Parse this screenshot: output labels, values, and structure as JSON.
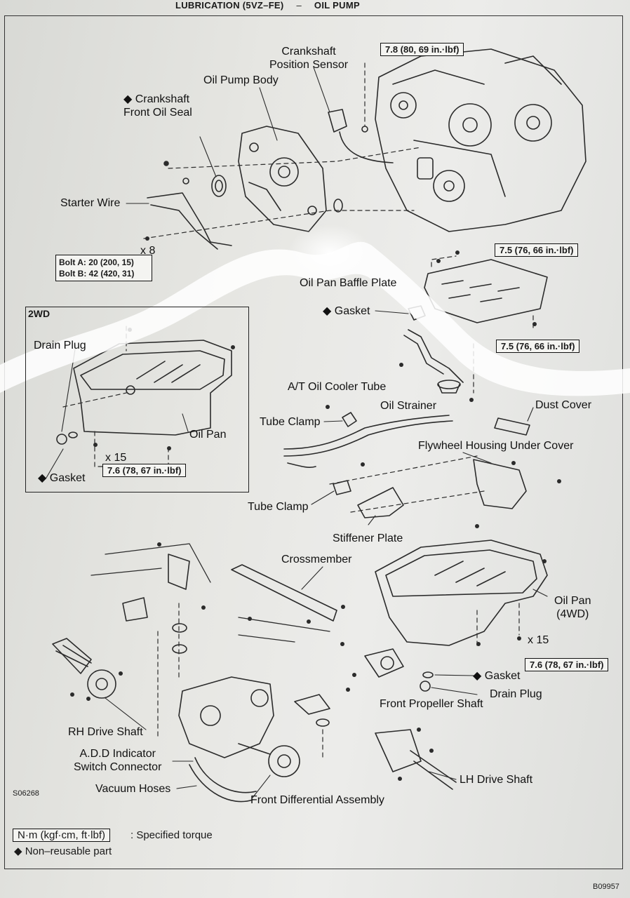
{
  "header": {
    "section": "LUBRICATION (5VZ–FE)",
    "separator": "–",
    "topic": "OIL PUMP"
  },
  "inset": {
    "tag": "2WD"
  },
  "labels": {
    "crankshaft_position_sensor": "Crankshaft\nPosition Sensor",
    "oil_pump_body": "Oil Pump Body",
    "crankshaft_front_oil_seal": "◆ Crankshaft\nFront Oil Seal",
    "starter_wire": "Starter Wire",
    "x8": "x 8",
    "oil_pan_baffle_plate": "Oil Pan Baffle Plate",
    "gasket_upper": "◆ Gasket",
    "drain_plug_2wd": "Drain Plug",
    "oil_pan_2wd": "Oil Pan",
    "x15_2wd": "x 15",
    "gasket_2wd": "◆ Gasket",
    "at_oil_cooler_tube": "A/T Oil Cooler Tube",
    "oil_strainer": "Oil Strainer",
    "tube_clamp_1": "Tube Clamp",
    "dust_cover": "Dust Cover",
    "flywheel_housing_under_cover": "Flywheel Housing Under Cover",
    "tube_clamp_2": "Tube Clamp",
    "stiffener_plate": "Stiffener Plate",
    "crossmember": "Crossmember",
    "oil_pan_4wd": "Oil Pan\n(4WD)",
    "x15_4wd": "x 15",
    "gasket_4wd": "◆ Gasket",
    "drain_plug_4wd": "Drain Plug",
    "front_propeller_shaft": "Front Propeller Shaft",
    "rh_drive_shaft": "RH Drive Shaft",
    "add_indicator_switch_connector": "A.D.D Indicator\nSwitch Connector",
    "vacuum_hoses": "Vacuum Hoses",
    "front_differential_assembly": "Front Differential Assembly",
    "lh_drive_shaft": "LH Drive Shaft"
  },
  "torques": {
    "sensor": "7.8 (80, 69 in.·lbf)",
    "baffle_1": "7.5 (76, 66 in.·lbf)",
    "baffle_2": "7.5 (76, 66 in.·lbf)",
    "pan_2wd": "7.6 (78, 67 in.·lbf)",
    "pan_4wd": "7.6 (78, 67 in.·lbf)"
  },
  "bolt_spec": {
    "a": "Bolt A: 20 (200, 15)",
    "b": "Bolt B: 42 (420, 31)"
  },
  "figure_codes": {
    "left": "S06268",
    "right": "B09957"
  },
  "legend": {
    "unit_box": "N·m (kgf·cm, ft·lbf)",
    "unit_text": ": Specified torque",
    "non_reusable": "◆ Non–reusable part"
  }
}
